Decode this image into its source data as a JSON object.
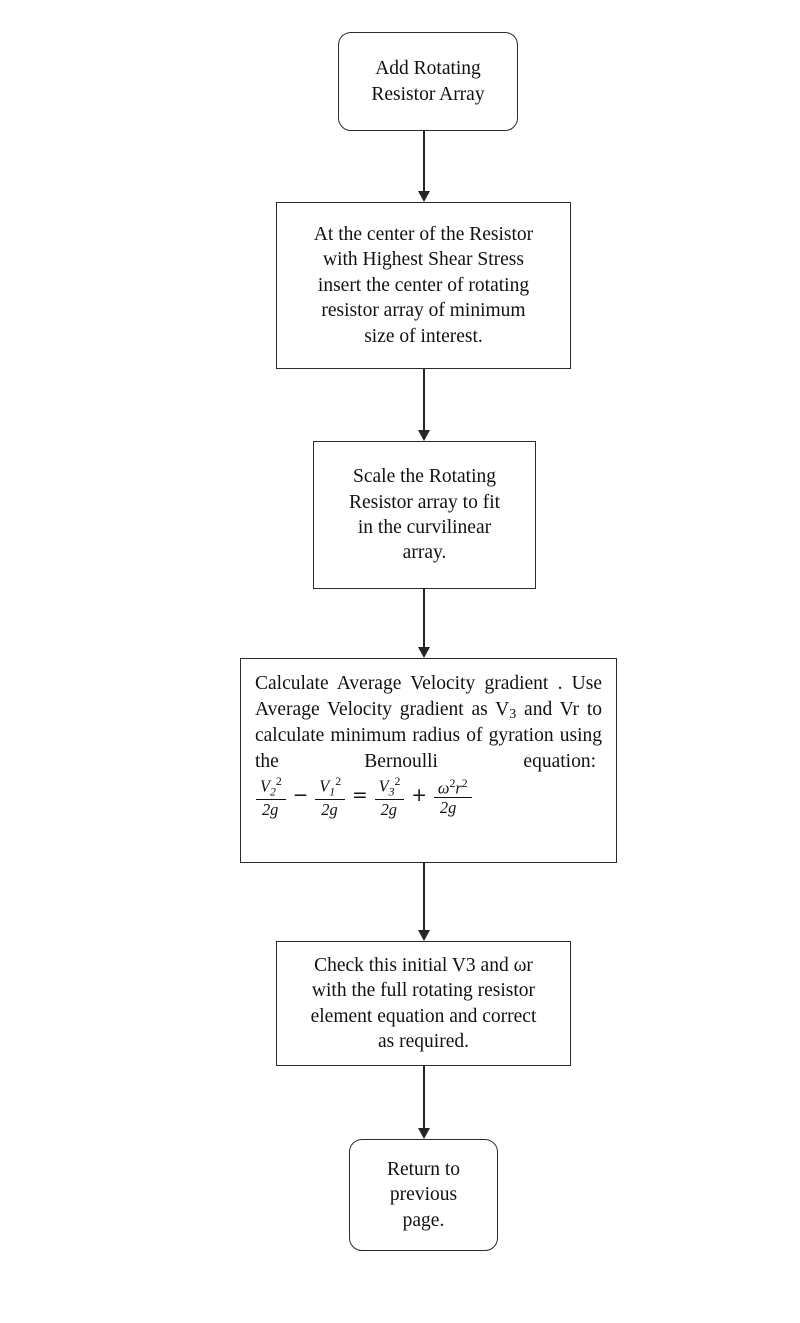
{
  "diagram": {
    "title": "Rotating Resistor Array Procedure Flowchart",
    "type": "flowchart",
    "orientation": "vertical",
    "nodes": [
      {
        "id": "start",
        "shape": "rounded-rectangle",
        "lines": [
          "Add Rotating",
          "Resistor Array"
        ]
      },
      {
        "id": "insert",
        "shape": "rectangle",
        "lines": [
          "At the center of the Resistor",
          "with Highest Shear Stress",
          "insert the center of rotating",
          "resistor array of minimum",
          "size of interest."
        ]
      },
      {
        "id": "scale",
        "shape": "rectangle",
        "lines": [
          "Scale the Rotating",
          "Resistor array to fit",
          "in the curvilinear",
          "array."
        ]
      },
      {
        "id": "calculate",
        "shape": "rectangle",
        "text_before_equation": "Calculate Average Velocity gradient . Use Average Velocity gradient as V",
        "subscript_after": "3",
        "text_after_subscript": " and Vr to calculate minimum radius of gyration using the Bernoulli equation:",
        "equation": {
          "terms": [
            {
              "numerator": "V",
              "num_sub": "2",
              "num_sup": "2",
              "denominator": "2g"
            },
            {
              "operator": "−"
            },
            {
              "numerator": "V",
              "num_sub": "1",
              "num_sup": "2",
              "denominator": "2g"
            },
            {
              "operator": "="
            },
            {
              "numerator": "V",
              "num_sub": "3",
              "num_sup": "2",
              "denominator": "2g"
            },
            {
              "operator": "+"
            },
            {
              "numerator": "ω",
              "num_sub": "",
              "num_sup": "2",
              "numerator2": "r",
              "num_sup2": "2",
              "denominator": "2g"
            }
          ],
          "plain": "V2^2/2g - V1^2/2g = V3^2/2g + w^2 r^2/2g"
        }
      },
      {
        "id": "check",
        "shape": "rectangle",
        "lines": [
          "Check this initial V3 and ωr",
          "with the full rotating resistor",
          "element equation and correct",
          "as required."
        ]
      },
      {
        "id": "return",
        "shape": "rounded-rectangle",
        "lines": [
          "Return to",
          "previous",
          "page."
        ]
      }
    ],
    "connectors": [
      {
        "from": "start",
        "to": "insert",
        "style": "arrow-down"
      },
      {
        "from": "insert",
        "to": "scale",
        "style": "arrow-down"
      },
      {
        "from": "scale",
        "to": "calculate",
        "style": "arrow-down"
      },
      {
        "from": "calculate",
        "to": "check",
        "style": "arrow-down"
      },
      {
        "from": "check",
        "to": "return",
        "style": "arrow-down"
      }
    ],
    "colors": {
      "background": "#ffffff",
      "stroke": "#2b2b2b",
      "text": "#111111",
      "connector": "#262626"
    }
  }
}
